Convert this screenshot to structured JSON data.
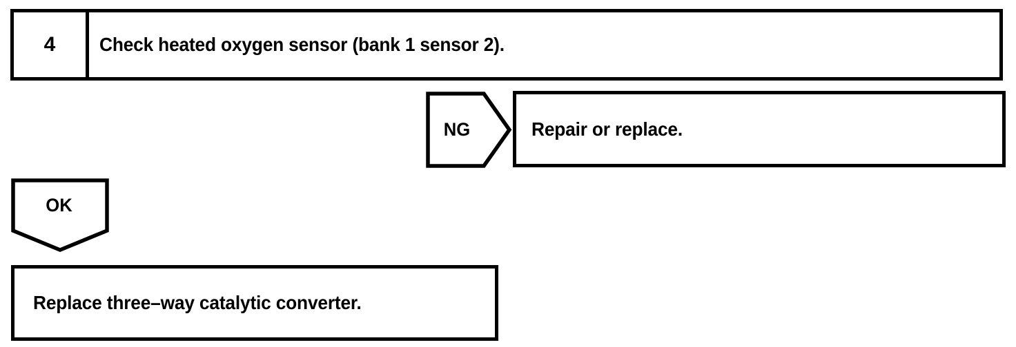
{
  "diagram": {
    "kind": "troubleshooting-flowchart",
    "stroke_color": "#000000",
    "background_color": "#ffffff",
    "step": {
      "number": "4",
      "instruction": "Check heated oxygen sensor (bank 1 sensor 2)."
    },
    "branches": [
      {
        "id": "ng",
        "connector_label": "NG",
        "connector_shape": "pentagon-right",
        "outcome": "Repair or replace."
      },
      {
        "id": "ok",
        "connector_label": "OK",
        "connector_shape": "pentagon-down",
        "outcome": "Replace three–way catalytic converter."
      }
    ]
  }
}
